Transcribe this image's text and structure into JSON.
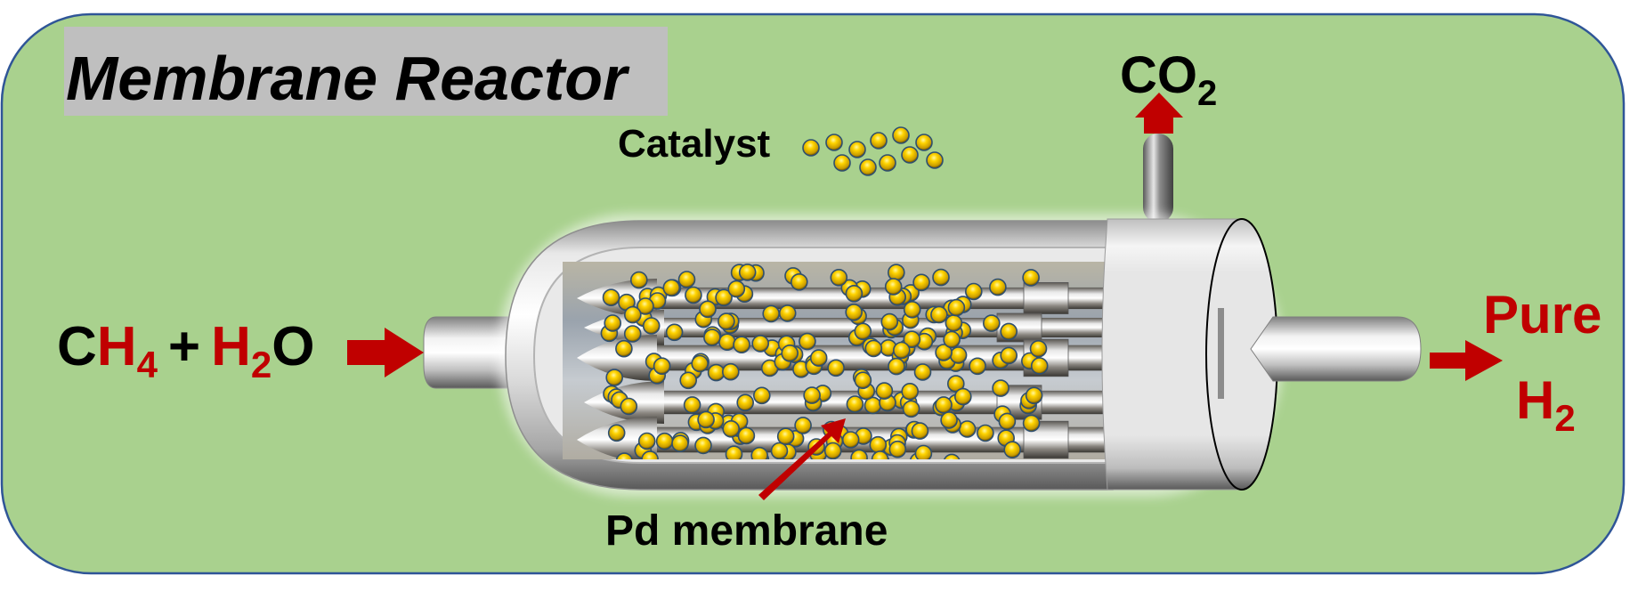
{
  "title": "Membrane Reactor",
  "colors": {
    "background": "#A9D18E",
    "border": "#2F5597",
    "title_bg": "#BFBFBF",
    "accent_red": "#C00000",
    "text": "#000000",
    "catalyst": "#F2C200"
  },
  "labels": {
    "catalyst": "Catalyst",
    "co2_main": "CO",
    "co2_sub": "2",
    "pd_membrane": "Pd membrane",
    "product_line1": "Pure",
    "product_h": "H",
    "product_sub": "2"
  },
  "feed": {
    "c": "C",
    "h4_h": "H",
    "h4_sub": "4",
    "plus": "+",
    "h2o_h": "H",
    "h2o_sub": "2",
    "h2o_o": "O"
  },
  "icons": {
    "feed_arrow": "arrow-right",
    "co2_arrow": "arrow-up",
    "product_arrow": "arrow-right",
    "membrane_pointer": "arrow-diagonal",
    "catalyst_legend": "catalyst-pellets"
  }
}
